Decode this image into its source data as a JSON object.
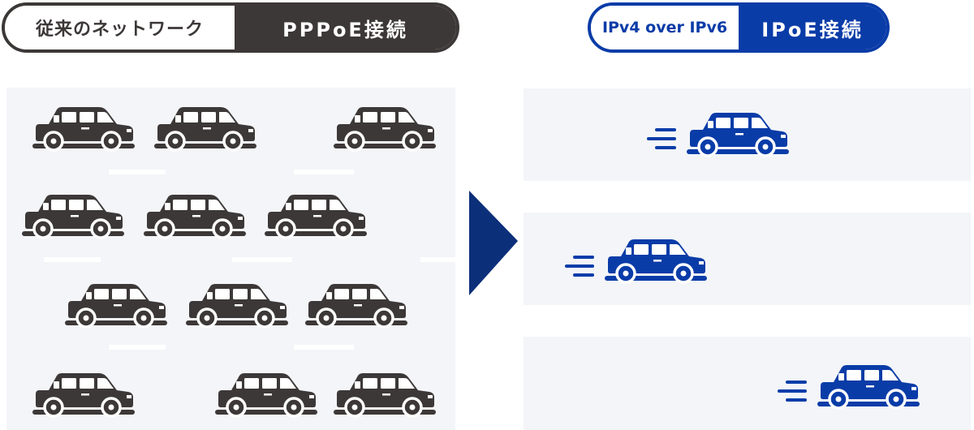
{
  "left_header": {
    "label": "従来のネットワーク",
    "badge": "PPPoE接続"
  },
  "right_header": {
    "label": "IPv4 over IPv6",
    "badge": "IPoE接続"
  },
  "colors": {
    "dark": "#3d3838",
    "blue": "#0a3ca8",
    "lane": "#f3f5f8",
    "arrow": "#0c2f7a"
  },
  "icons": {
    "dark_car": "car-icon",
    "blue_car": "car-icon",
    "speed": "speed-lines-icon",
    "arrow": "arrow-right-icon"
  }
}
